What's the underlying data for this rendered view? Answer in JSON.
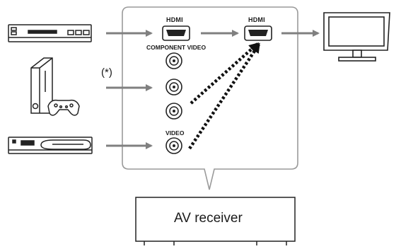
{
  "labels": {
    "hdmi_in": "HDMI",
    "hdmi_out": "HDMI",
    "component_video": "COMPONENT VIDEO",
    "video": "VIDEO",
    "asterisk": "(*)",
    "receiver": "AV receiver"
  },
  "devices": {
    "source_1": "bd-dvd-player-icon",
    "source_2": "game-console-icon",
    "source_3": "set-top-box-icon",
    "display": "tv-icon"
  },
  "colors": {
    "arrow": "#808080",
    "dotted_arrow": "#111111",
    "panel_border": "#9a9a9a"
  }
}
